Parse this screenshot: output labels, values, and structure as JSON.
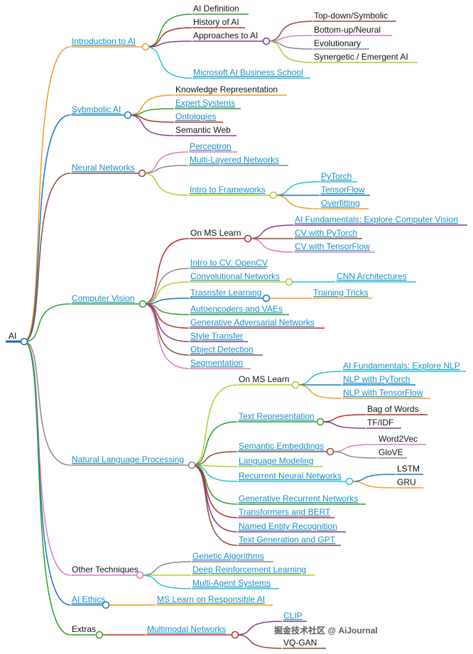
{
  "watermark": "掘金技术社区 @ AiJournal",
  "nodes": [
    {
      "id": "ai",
      "label": "AI",
      "link": false,
      "color": "#2166ac",
      "parent": null
    },
    {
      "id": "intro",
      "label": "Introduction to AI",
      "link": true,
      "color": "#f59a23",
      "parent": "ai"
    },
    {
      "id": "aidef",
      "label": "AI Definition",
      "link": false,
      "color": "#2ca02c",
      "parent": "intro"
    },
    {
      "id": "hist",
      "label": "History of AI",
      "link": false,
      "color": "#c0282c",
      "parent": "intro"
    },
    {
      "id": "appr",
      "label": "Approaches to AI",
      "link": false,
      "color": "#7b3f8c",
      "parent": "intro"
    },
    {
      "id": "topdown",
      "label": "Top-down/Symbolic",
      "link": false,
      "color": "#8c4a3a",
      "parent": "appr"
    },
    {
      "id": "bottomup",
      "label": "Bottom-up/Neural",
      "link": false,
      "color": "#e377c2",
      "parent": "appr"
    },
    {
      "id": "evo",
      "label": "Evolutionary",
      "link": false,
      "color": "#888888",
      "parent": "appr"
    },
    {
      "id": "synerg",
      "label": "Synergetic / Emergent AI",
      "link": false,
      "color": "#b5c934",
      "parent": "appr"
    },
    {
      "id": "msaibs",
      "label": "Microsoft AI Business School",
      "link": true,
      "color": "#26c1d3",
      "parent": "intro"
    },
    {
      "id": "symb",
      "label": "Sybmbolic AI",
      "link": true,
      "color": "#1f77b4",
      "parent": "ai"
    },
    {
      "id": "kr",
      "label": "Knowledge Representation",
      "link": false,
      "color": "#f59a23",
      "parent": "symb"
    },
    {
      "id": "expert",
      "label": "Expert Systems",
      "link": true,
      "color": "#2ca02c",
      "parent": "symb"
    },
    {
      "id": "onto",
      "label": "Ontologies",
      "link": true,
      "color": "#c0282c",
      "parent": "symb"
    },
    {
      "id": "semweb",
      "label": "Semantic Web",
      "link": false,
      "color": "#7b3f8c",
      "parent": "symb"
    },
    {
      "id": "nn",
      "label": "Neural Networks",
      "link": true,
      "color": "#8c4a3a",
      "parent": "ai"
    },
    {
      "id": "perc",
      "label": "Perceptron",
      "link": true,
      "color": "#e377c2",
      "parent": "nn"
    },
    {
      "id": "mln",
      "label": "Multi-Layered Networks",
      "link": true,
      "color": "#888888",
      "parent": "nn"
    },
    {
      "id": "frame",
      "label": "Intro to Frameworks",
      "link": true,
      "color": "#b5c934",
      "parent": "nn"
    },
    {
      "id": "pytorch",
      "label": "PyTorch",
      "link": true,
      "color": "#26c1d3",
      "parent": "frame"
    },
    {
      "id": "tf",
      "label": "TensorFlow",
      "link": true,
      "color": "#1f77b4",
      "parent": "frame"
    },
    {
      "id": "overfit",
      "label": "Overfitting",
      "link": true,
      "color": "#f59a23",
      "parent": "frame"
    },
    {
      "id": "cv",
      "label": "Computer Vision",
      "link": true,
      "color": "#2ca02c",
      "parent": "ai"
    },
    {
      "id": "cvms",
      "label": "On MS Learn",
      "link": false,
      "color": "#c0282c",
      "parent": "cv"
    },
    {
      "id": "cvfund",
      "label": "AI Fundamentals: Explore Computer Vision",
      "link": true,
      "color": "#7b3f8c",
      "parent": "cvms"
    },
    {
      "id": "cvpt",
      "label": "CV with PyTorch",
      "link": true,
      "color": "#8c4a3a",
      "parent": "cvms"
    },
    {
      "id": "cvtf",
      "label": "CV with TensorFlow",
      "link": true,
      "color": "#e377c2",
      "parent": "cvms"
    },
    {
      "id": "opencv",
      "label": "Intro to CV. OpenCV",
      "link": true,
      "color": "#888888",
      "parent": "cv"
    },
    {
      "id": "conv",
      "label": "Convolutional Networks",
      "link": true,
      "color": "#b5c934",
      "parent": "cv"
    },
    {
      "id": "cnnarch",
      "label": "CNN Architectures",
      "link": true,
      "color": "#26c1d3",
      "parent": "conv"
    },
    {
      "id": "transfer",
      "label": "Trasnsfer Learning",
      "link": true,
      "color": "#1f77b4",
      "parent": "cv"
    },
    {
      "id": "tricks",
      "label": "Training Tricks",
      "link": true,
      "color": "#f59a23",
      "parent": "transfer"
    },
    {
      "id": "ae",
      "label": "Autoencoders and VAEs",
      "link": true,
      "color": "#2ca02c",
      "parent": "cv"
    },
    {
      "id": "gan",
      "label": "Generative Adversarial Networks",
      "link": true,
      "color": "#c0282c",
      "parent": "cv"
    },
    {
      "id": "style",
      "label": "Style Transfer",
      "link": true,
      "color": "#7b3f8c",
      "parent": "cv"
    },
    {
      "id": "objdet",
      "label": "Object Detection",
      "link": true,
      "color": "#8c4a3a",
      "parent": "cv"
    },
    {
      "id": "seg",
      "label": "Segmentation",
      "link": true,
      "color": "#e377c2",
      "parent": "cv"
    },
    {
      "id": "nlp",
      "label": "Natural Language Processing",
      "link": true,
      "color": "#888888",
      "parent": "ai"
    },
    {
      "id": "nlpms",
      "label": "On MS Learn",
      "link": false,
      "color": "#b5c934",
      "parent": "nlp"
    },
    {
      "id": "nlpfund",
      "label": "AI Fundamentals: Explore NLP",
      "link": true,
      "color": "#26c1d3",
      "parent": "nlpms"
    },
    {
      "id": "nlppt",
      "label": "NLP with PyTorch",
      "link": true,
      "color": "#1f77b4",
      "parent": "nlpms"
    },
    {
      "id": "nlptf",
      "label": "NLP with TensorFlow",
      "link": true,
      "color": "#f59a23",
      "parent": "nlpms"
    },
    {
      "id": "textrep",
      "label": "Text Representation",
      "link": true,
      "color": "#2ca02c",
      "parent": "nlp"
    },
    {
      "id": "bow",
      "label": "Bag of Words",
      "link": false,
      "color": "#c0282c",
      "parent": "textrep"
    },
    {
      "id": "tfidf",
      "label": "TF/IDF",
      "link": false,
      "color": "#7b3f8c",
      "parent": "textrep"
    },
    {
      "id": "semb",
      "label": "Semantic Embeddings",
      "link": true,
      "color": "#8c4a3a",
      "parent": "nlp"
    },
    {
      "id": "w2v",
      "label": "Word2Vec",
      "link": false,
      "color": "#e377c2",
      "parent": "semb"
    },
    {
      "id": "glove",
      "label": "GloVE",
      "link": false,
      "color": "#888888",
      "parent": "semb"
    },
    {
      "id": "lm",
      "label": "Language Modeling",
      "link": true,
      "color": "#b5c934",
      "parent": "nlp"
    },
    {
      "id": "rnn",
      "label": "Recurrent Neural Networks",
      "link": true,
      "color": "#26c1d3",
      "parent": "nlp"
    },
    {
      "id": "lstm",
      "label": "LSTM",
      "link": false,
      "color": "#1f77b4",
      "parent": "rnn"
    },
    {
      "id": "gru",
      "label": "GRU",
      "link": false,
      "color": "#f59a23",
      "parent": "rnn"
    },
    {
      "id": "genrnn",
      "label": "Generative Recurrent Networks",
      "link": true,
      "color": "#2ca02c",
      "parent": "nlp"
    },
    {
      "id": "bert",
      "label": "Transformers and BERT",
      "link": true,
      "color": "#c0282c",
      "parent": "nlp"
    },
    {
      "id": "ner",
      "label": "Named Entity Recognition",
      "link": true,
      "color": "#7b3f8c",
      "parent": "nlp"
    },
    {
      "id": "gpt",
      "label": "Text Generation and GPT",
      "link": true,
      "color": "#8c4a3a",
      "parent": "nlp"
    },
    {
      "id": "other",
      "label": "Other Techniques",
      "link": false,
      "color": "#e377c2",
      "parent": "ai"
    },
    {
      "id": "genetic",
      "label": "Genetic Algorithms",
      "link": true,
      "color": "#888888",
      "parent": "other"
    },
    {
      "id": "drl",
      "label": "Deep Reinforcement Learning",
      "link": true,
      "color": "#b5c934",
      "parent": "other"
    },
    {
      "id": "mas",
      "label": "Multi-Agent Systems",
      "link": true,
      "color": "#26c1d3",
      "parent": "other"
    },
    {
      "id": "ethics",
      "label": "AI Ethics",
      "link": true,
      "color": "#1f77b4",
      "parent": "ai"
    },
    {
      "id": "msresp",
      "label": "MS Learn on Responsible AI",
      "link": true,
      "color": "#f59a23",
      "parent": "ethics"
    },
    {
      "id": "extras",
      "label": "Extras",
      "link": false,
      "color": "#2ca02c",
      "parent": "ai"
    },
    {
      "id": "multimodal",
      "label": "Multimodal Networks",
      "link": true,
      "color": "#c0282c",
      "parent": "extras"
    },
    {
      "id": "clip",
      "label": "CLIP",
      "link": true,
      "color": "#7b3f8c",
      "parent": "multimodal"
    },
    {
      "id": "vqgan",
      "label": "VQ-GAN",
      "link": false,
      "color": "#8c4a3a",
      "parent": "multimodal"
    }
  ]
}
